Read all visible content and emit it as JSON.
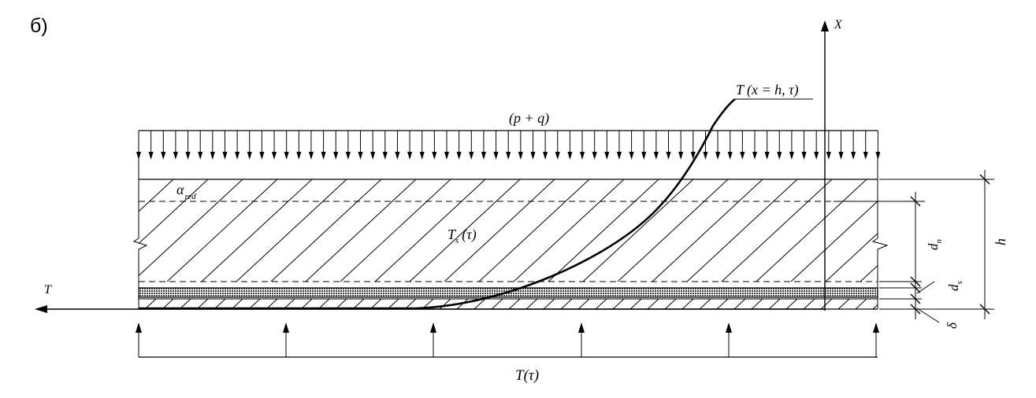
{
  "figure": {
    "panel_label": "б)"
  },
  "labels": {
    "x_axis": "X",
    "t_axis": "T",
    "load": "(p + q)",
    "top_temp_main": "T",
    "top_temp_args": "(x = h, τ)",
    "alpha_main": "α",
    "alpha_sub": "red",
    "slab_temp_main": "T",
    "slab_temp_sub": "s",
    "slab_temp_args": "(τ)",
    "fire_temp": "T(τ)",
    "dim_h": "h",
    "dim_dn_main": "d",
    "dim_dn_sub": "n",
    "dim_ds_main": "d",
    "dim_ds_sub": "s",
    "dim_delta": "δ"
  },
  "colors": {
    "ink": "#000000",
    "background": "#ffffff",
    "steel_layer": "#5a5a5a"
  }
}
